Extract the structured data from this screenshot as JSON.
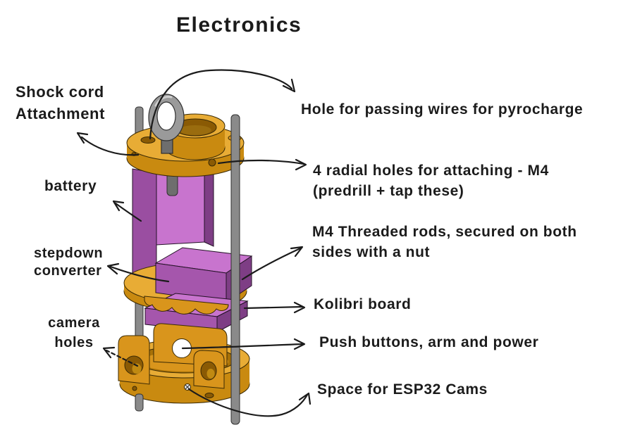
{
  "title": "Electronics",
  "annotations": {
    "shock_cord": {
      "line1": "Shock cord",
      "line2": "Attachment"
    },
    "wire_hole": {
      "text": "Hole for passing wires for pyrocharge"
    },
    "battery": {
      "text": "battery"
    },
    "radial_holes": {
      "line1": "4 radial holes for attaching - M4",
      "line2": "(predrill + tap these)"
    },
    "stepdown_converter": {
      "line1": "stepdown",
      "line2": "converter"
    },
    "m4_rods": {
      "line1": "M4 Threaded rods, secured on both",
      "line2": "sides with a nut"
    },
    "kolibri_board": {
      "text": "Kolibri board"
    },
    "camera_holes": {
      "line1": "camera",
      "line2": "holes"
    },
    "push_buttons": {
      "text": "Push buttons, arm and power"
    },
    "esp32_cams": {
      "text": "Space for ESP32 Cams"
    }
  },
  "colors": {
    "background": "#FFFFFF",
    "ink": "#1B1B1B",
    "gold_light": "#E8AC35",
    "gold_mid": "#D9951C",
    "gold_dark": "#C98A10",
    "gold_hole": "#8A5A04",
    "gold_boss": "#EFB53F",
    "purple_light": "#C874CE",
    "purple_mid": "#A556AC",
    "purple_deep": "#9A4EA1",
    "purple_dark": "#7E3E85",
    "rod_gray": "#8A8A8A",
    "rod_dark": "#6E6E6E",
    "steel_gray": "#9A9A9A"
  }
}
